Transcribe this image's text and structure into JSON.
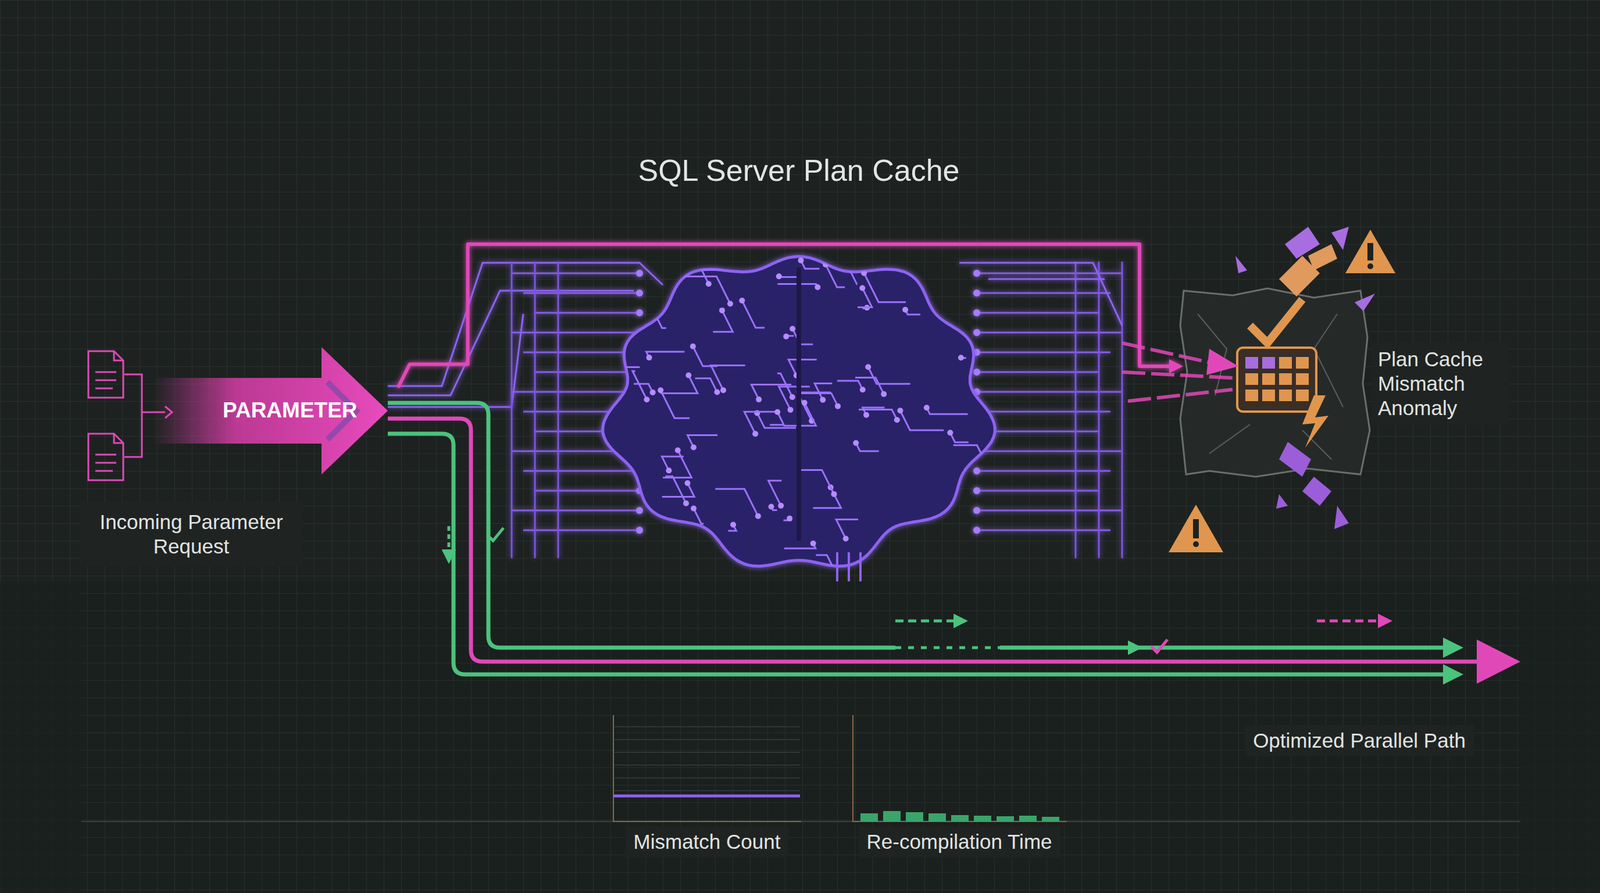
{
  "diagram": {
    "title": "SQL Server Plan Cache",
    "nodes": [
      {
        "text": [
          "PARAMETER"
        ]
      },
      {
        "text": [
          "Incoming Parameter Request"
        ]
      },
      {
        "text": [
          "Plan Cache Mismatch Anomaly"
        ]
      }
    ],
    "edges": [
      {
        "from": 0,
        "to": 2,
        "arrow": "to"
      }
    ],
    "labels": [
      "Optimized Parallel Path",
      "Mismatch Count",
      "Re-compilation Time"
    ]
  }
}
